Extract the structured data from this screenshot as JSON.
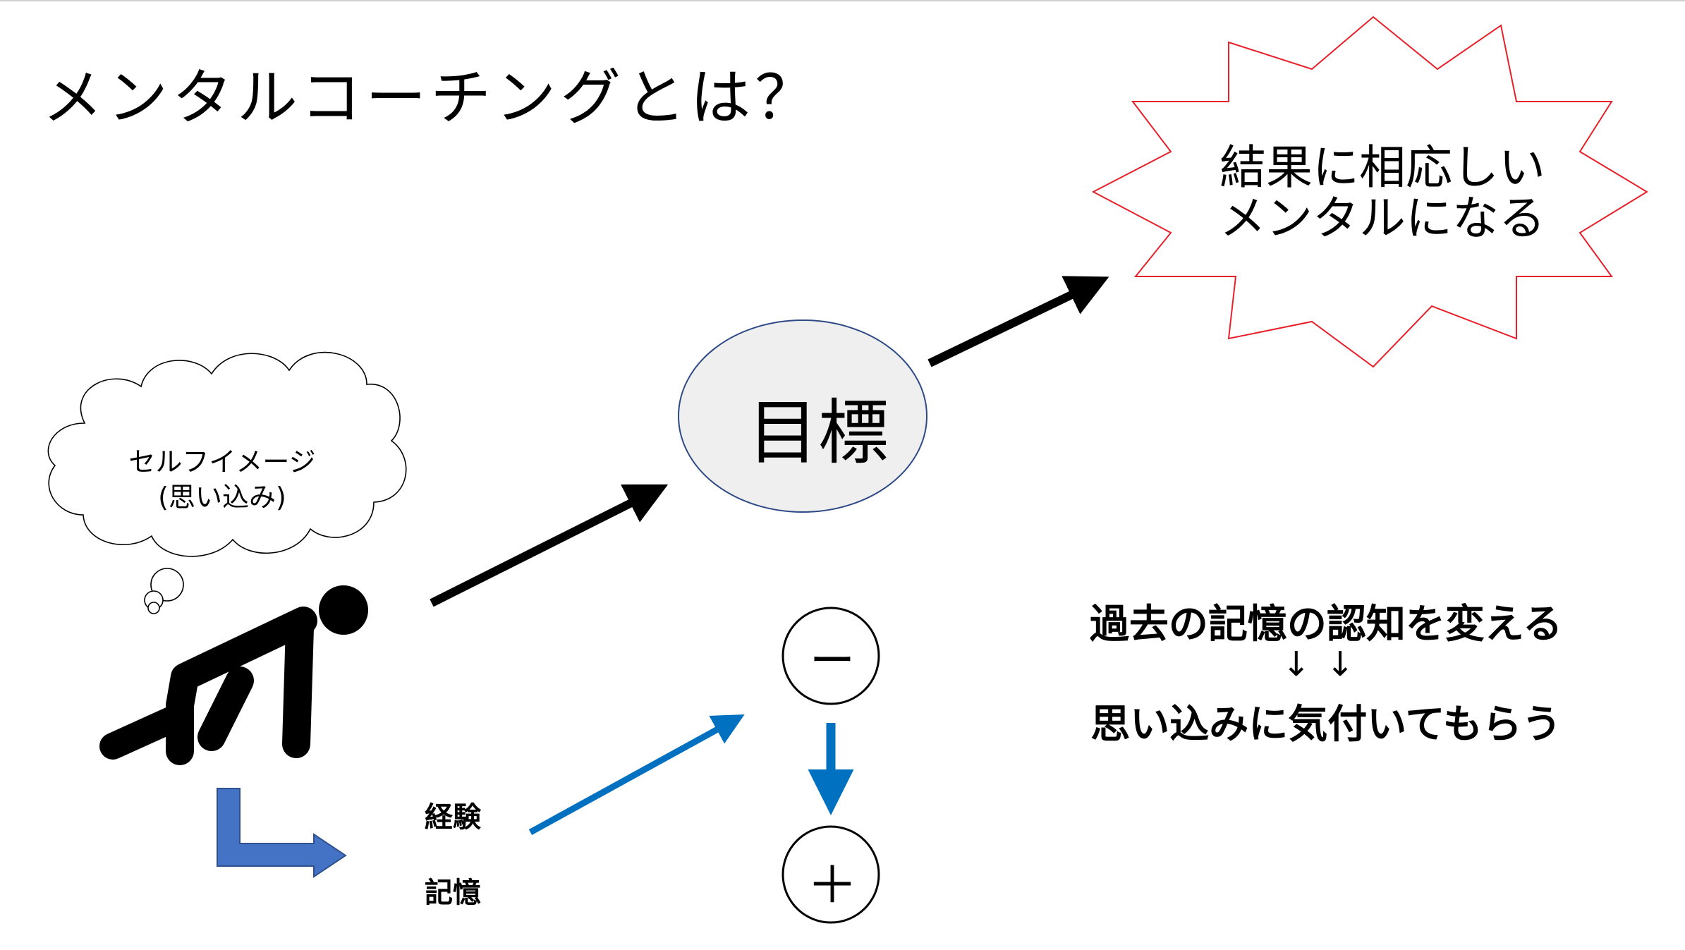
{
  "slide": {
    "title": "メンタルコーチングとは？",
    "burst": {
      "lines": [
        "結果に相応しい",
        "メンタルになる"
      ],
      "stroke_color": "#e8202a"
    },
    "cloud": {
      "lines": [
        "セルフイメージ",
        "(思い込み)"
      ]
    },
    "goal": {
      "label": "目標",
      "fill_color": "#efefef",
      "stroke_color": "#2e4a86"
    },
    "minus_symbol": "ー",
    "plus_symbol": "＋",
    "experience_label": "経験",
    "memory_label": "記憶",
    "message": {
      "line1": "過去の記憶の認知を変える",
      "arrows": "↓↓",
      "line2": "思い込みに気付いてもらう"
    },
    "colors": {
      "black_arrow": "#000000",
      "blue_arrow": "#0070c0",
      "bent_arrow": "#4472c4"
    },
    "icons": [
      "starting-runner-icon",
      "bent-arrow-icon"
    ]
  }
}
